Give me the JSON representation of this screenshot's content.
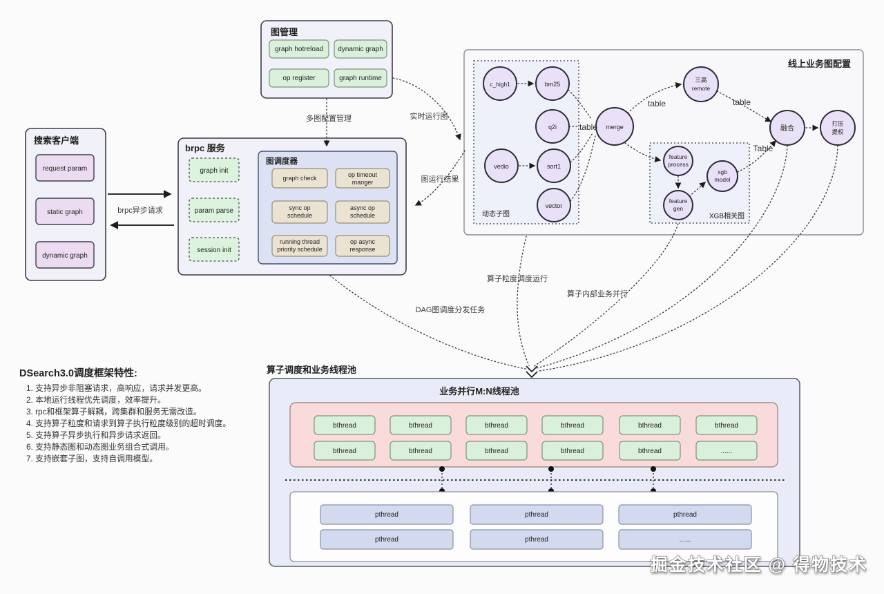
{
  "graph_management": {
    "title": "图管理",
    "items": [
      "graph hotreload",
      "dynamic graph",
      "op register",
      "graph runtime"
    ]
  },
  "search_client": {
    "title": "搜索客户端",
    "items": [
      "request param",
      "static graph",
      "dynamic graph"
    ]
  },
  "brpc": {
    "title": "brpc 服务",
    "steps": [
      "graph init",
      "param parse",
      "session init"
    ],
    "scheduler_title": "图调度器",
    "scheduler_items": [
      {
        "l1": "graph check",
        "l2": ""
      },
      {
        "l1": "op timeout",
        "l2": "manger"
      },
      {
        "l1": "sync op",
        "l2": "schedule"
      },
      {
        "l1": "async op",
        "l2": "schedule"
      },
      {
        "l1": "running thread",
        "l2": "priority schedule"
      },
      {
        "l1": "op async",
        "l2": "response"
      }
    ]
  },
  "online": {
    "title": "线上业务图配置",
    "dynamic_subgraph_label": "动态子图",
    "xgb_label": "XGB相关图",
    "nodes": {
      "c_high1": "c_high1",
      "bm25": "bm25",
      "q2i": "q2i",
      "vedio": "vedio",
      "sort1": "sort1",
      "vector": "vector",
      "merge": "merge",
      "sangao1": "三高",
      "sangao2": "remote",
      "fusion": "融合",
      "dayar1": "打压",
      "dayar2": "提权",
      "fp1": "feature",
      "fp2": "process",
      "fg1": "feature",
      "fg2": "gen",
      "xgb1": "xgb",
      "xgb2": "model"
    },
    "table_labels": [
      "table",
      "table",
      "table",
      "Table"
    ]
  },
  "edges": {
    "brpc_request": "brpc异步请求",
    "multi_graph_config": "多图配置管理",
    "realtime_graph": "实时运行图",
    "graph_result": "图运行结果",
    "dag_dispatch": "DAG图调度分发任务",
    "op_granularity": "算子粒度调度运行",
    "op_inner_parallel": "算子内部业务并行"
  },
  "thread_pool": {
    "section_title": "算子调度和业务线程池",
    "pool_title": "业务并行M:N线程池",
    "bthread_row1": [
      "bthread",
      "bthread",
      "bthread",
      "bthread",
      "bthread",
      "bthread"
    ],
    "bthread_row2": [
      "bthread",
      "bthread",
      "bthread",
      "bthread",
      "bthread",
      "......"
    ],
    "pthread_row1": [
      "pthread",
      "pthread",
      "pthread"
    ],
    "pthread_row2": [
      "pthread",
      "pthread",
      "......"
    ]
  },
  "features": {
    "title": "DSearch3.0调度框架特性:",
    "items": [
      "1. 支持异步非阻塞请求，高响应，请求并发更高。",
      "2. 本地运行线程优先调度，效率提升。",
      "3. rpc和框架算子解耦，跨集群和服务无需改造。",
      "4. 支持算子粒度和请求到算子执行粒度级别的超时调度。",
      "5. 支持算子异步执行和异步请求返回。",
      "6. 支持静态图和动态图业务组合式调用。",
      "7. 支持嵌套子图，支持自调用模型。"
    ]
  },
  "watermark": "掘金技术社区 @ 得物技术",
  "colors": {
    "green_box": "#d9f0db",
    "purple_box": "#ecdcf2",
    "node_purple": "#e9e1f8",
    "tan_box": "#ebe3d2",
    "scheduler_bg": "#dce2f4",
    "pink_pool": "#fadbdb",
    "blue_thread": "#d3daf0"
  }
}
